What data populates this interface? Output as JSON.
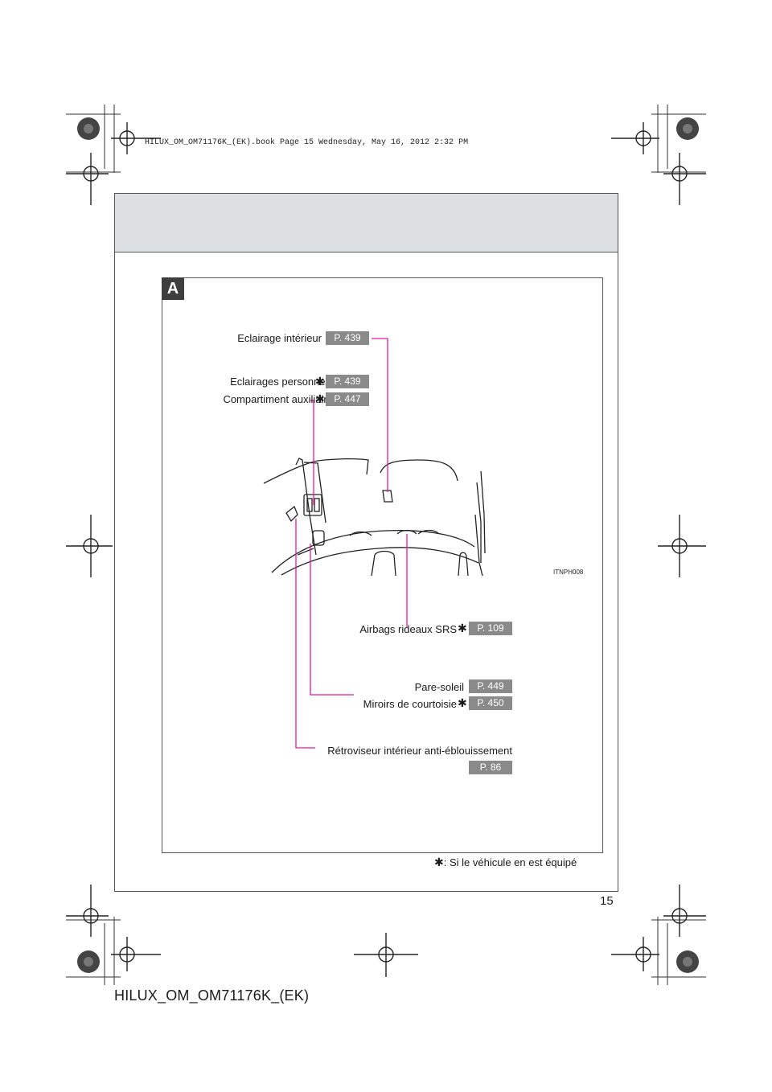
{
  "header": {
    "print_info": "HILUX_OM_OM71176K_(EK).book  Page 15  Wednesday, May 16, 2012  2:32 PM"
  },
  "section_tab": "A",
  "figure_code": "ITNPH008",
  "callouts": {
    "interior_light": {
      "label": "Eclairage intérieur",
      "ref": "P. 439"
    },
    "personal_lights": {
      "label": "Eclairages personnels",
      "ref": "P. 439"
    },
    "aux_box": {
      "label": "Compartiment auxiliaire",
      "ref": "P. 447"
    },
    "curtain_airbags": {
      "label": "Airbags rideaux SRS",
      "ref": "P. 109"
    },
    "sun_visor": {
      "label": "Pare-soleil",
      "ref": "P. 449"
    },
    "vanity_mirror": {
      "label": "Miroirs de courtoisie",
      "ref": "P. 450"
    },
    "rear_view_mirror": {
      "label": "Rétroviseur intérieur anti-éblouissement",
      "ref": "P. 86"
    }
  },
  "asterisk": "✱",
  "footnote": ": Si le véhicule en est équipé",
  "page_number": "15",
  "footer_id": "HILUX_OM_OM71176K_(EK)",
  "colors": {
    "leader_line": "#e8199a",
    "ref_badge": "#8a8a8a",
    "band": "#dcdfe2"
  }
}
